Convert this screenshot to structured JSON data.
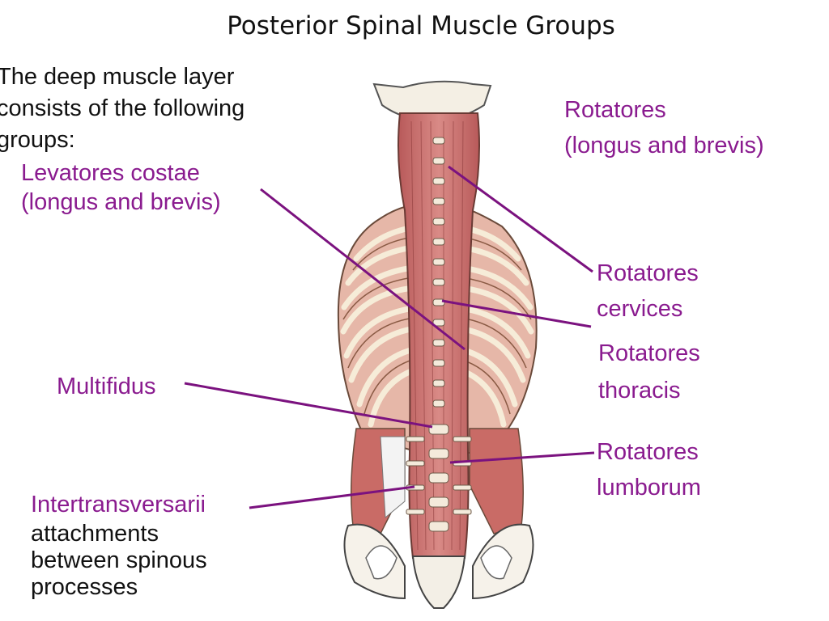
{
  "title": "Posterior Spinal Muscle Groups",
  "intro": [
    "The deep muscle layer",
    "consists of the following",
    "groups:"
  ],
  "labels": {
    "levatores": [
      "Levatores costae",
      "(longus and brevis)"
    ],
    "rotatores_top": [
      "Rotatores",
      "(longus and brevis)"
    ],
    "rot_cervices": [
      "Rotatores",
      "cervices"
    ],
    "rot_thoracis": [
      "Rotatores",
      "thoracis"
    ],
    "multifidus": "Multifidus",
    "rot_lumborum": [
      "Rotatores",
      "lumborum"
    ],
    "intertrans": "Intertransversarii",
    "intertrans_desc": [
      "attachments",
      "between spinous",
      "processes"
    ]
  },
  "colors": {
    "label": "#8a1b8f",
    "leader": "#7b127f",
    "muscle": "#c56a6a",
    "bone": "#f2ead8"
  }
}
